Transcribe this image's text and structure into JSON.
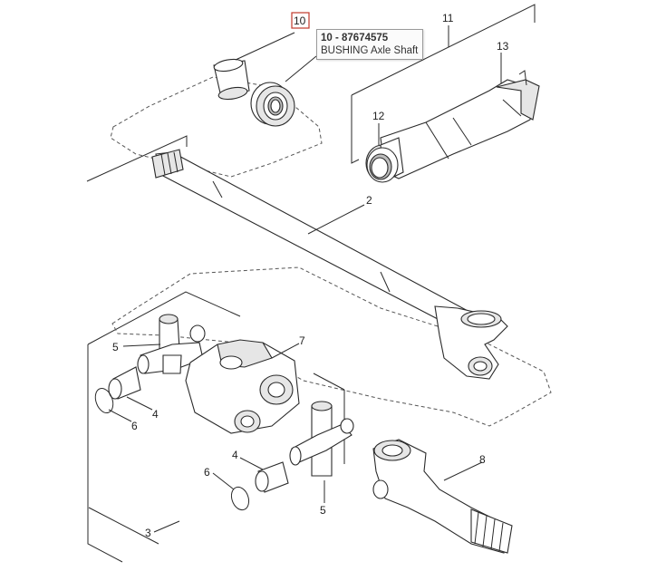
{
  "diagram": {
    "callouts": {
      "c10": "10",
      "c11": "11",
      "c13": "13",
      "c12": "12",
      "c2": "2",
      "c5a": "5",
      "c7": "7",
      "c4a": "4",
      "c6a": "6",
      "c4b": "4",
      "c6b": "6",
      "c8": "8",
      "c5b": "5",
      "c3": "3"
    },
    "tooltip": {
      "title": "10 - 87674575",
      "description": "BUSHING Axle Shaft"
    },
    "colors": {
      "highlight_border": "#c0392b",
      "line": "#2a2a2a"
    }
  }
}
